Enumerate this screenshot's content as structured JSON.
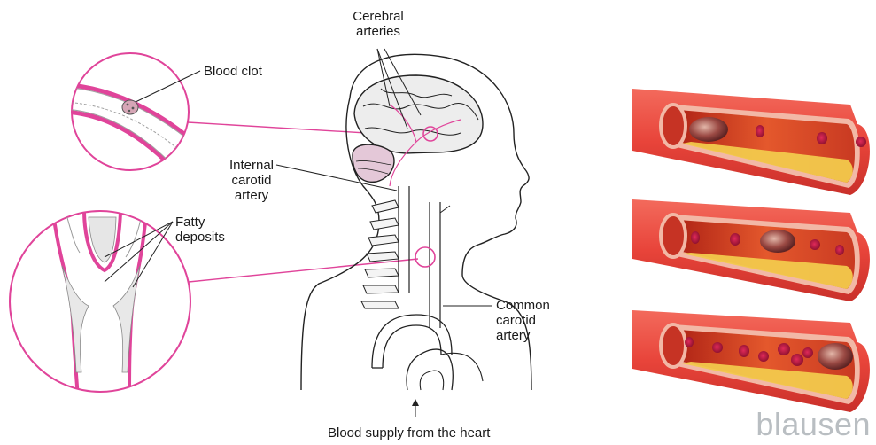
{
  "labels": {
    "cerebral_arteries_1": "Cerebral",
    "cerebral_arteries_2": "arteries",
    "blood_clot": "Blood clot",
    "internal_carotid_1": "Internal",
    "internal_carotid_2": "carotid",
    "internal_carotid_3": "artery",
    "fatty_deposits_1": "Fatty",
    "fatty_deposits_2": "deposits",
    "common_carotid_1": "Common",
    "common_carotid_2": "carotid",
    "common_carotid_3": "artery",
    "blood_supply": "Blood supply from the heart"
  },
  "brand": {
    "text": "blausen"
  },
  "colors": {
    "callout_magenta": "#e0449a",
    "vessel_outer": "#e8443a",
    "vessel_lumen": "#d63a2a",
    "plaque_yellow": "#f2c94c",
    "clot_brown": "#8b3a3a"
  }
}
